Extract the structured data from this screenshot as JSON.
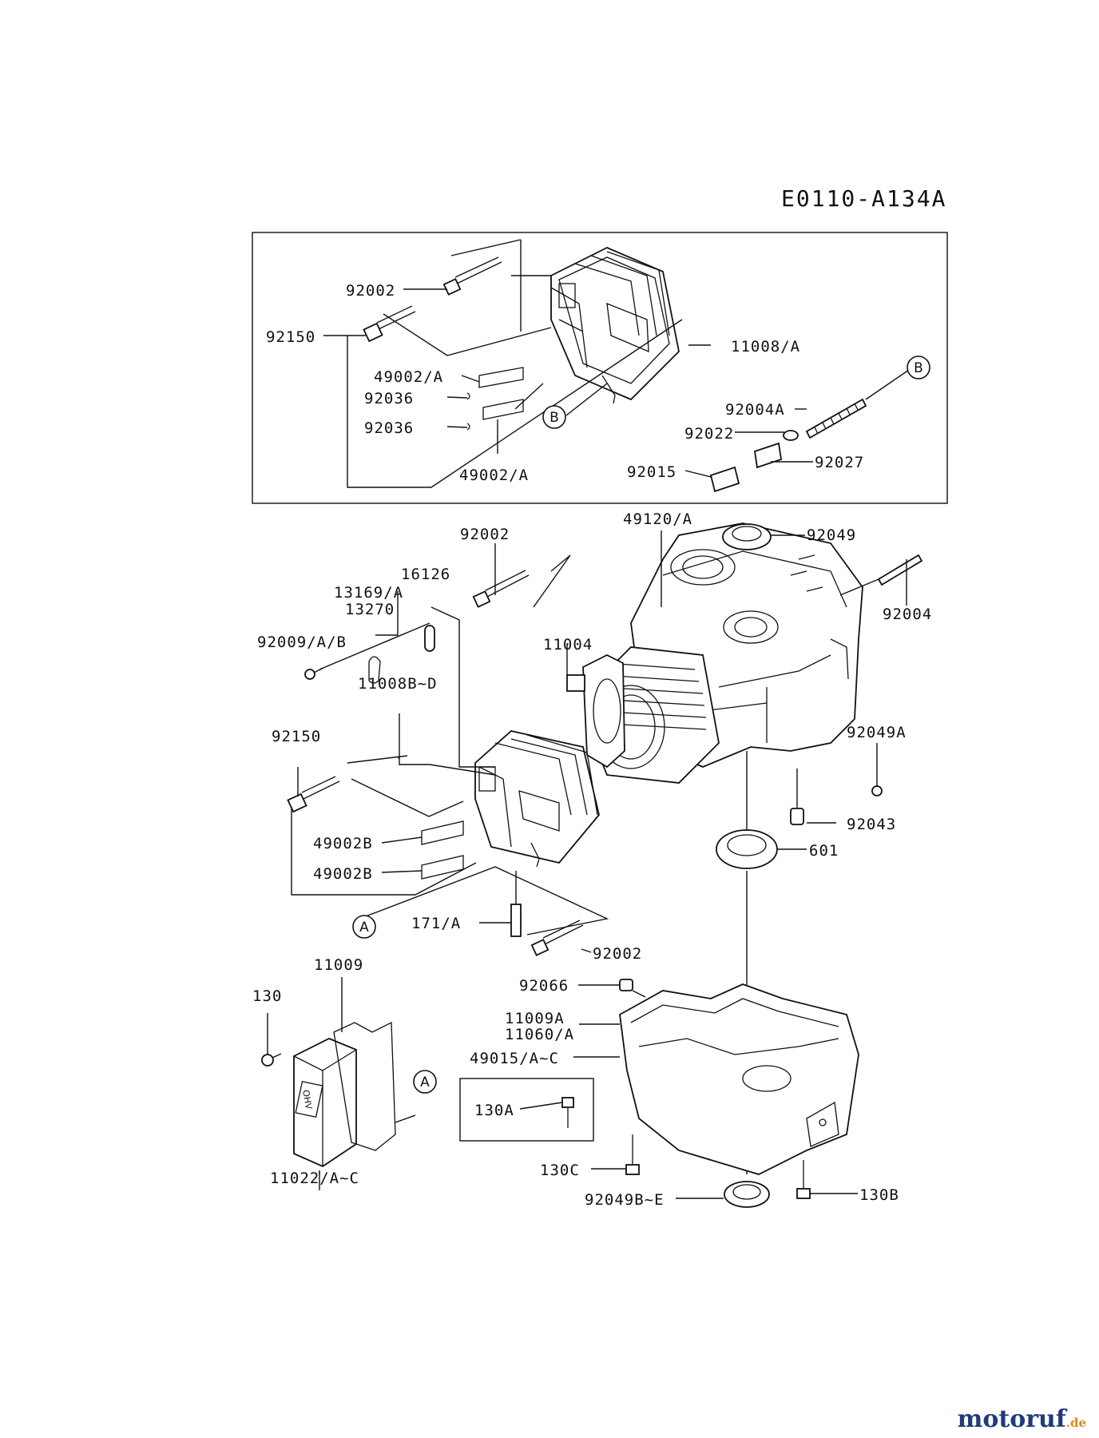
{
  "diagram_code": "E0110-A134A",
  "labels": {
    "top_92002": "92002",
    "top_92150": "92150",
    "top_11008A": "11008/A",
    "top_49002A_1": "49002/A",
    "top_92036_1": "92036",
    "top_92036_2": "92036",
    "top_49002A_2": "49002/A",
    "top_92004A": "92004A",
    "top_92022": "92022",
    "top_92015": "92015",
    "top_92027": "92027",
    "mid_92002": "92002",
    "mid_49120A": "49120/A",
    "mid_92049": "92049",
    "mid_16126": "16126",
    "mid_13169A": "13169/A",
    "mid_13270": "13270",
    "mid_92004": "92004",
    "mid_92009AB": "92009/A/B",
    "mid_11004": "11004",
    "mid_11008BD": "11008B~D",
    "mid_92150": "92150",
    "mid_92049A": "92049A",
    "mid_92043": "92043",
    "mid_49002B_1": "49002B",
    "mid_49002B_2": "49002B",
    "mid_601": "601",
    "mid_171A": "171/A",
    "mid_92002b": "92002",
    "low_11009": "11009",
    "low_130": "130",
    "low_92066": "92066",
    "low_11009A": "11009A",
    "low_11060A": "11060/A",
    "low_49015AC": "49015/A~C",
    "low_130A": "130A",
    "low_11022AC": "11022/A~C",
    "low_130C": "130C",
    "low_92049BE": "92049B~E",
    "low_130B": "130B"
  },
  "callouts": {
    "b_top_right": "B",
    "b_top_left": "B",
    "a_mid": "A",
    "a_low": "A"
  },
  "cover_badge": "OHV",
  "watermark": {
    "main": "motoruf",
    "suffix": ".de"
  }
}
